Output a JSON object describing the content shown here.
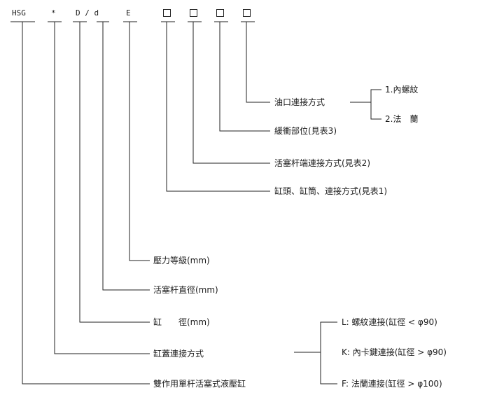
{
  "code": {
    "series": "HSG",
    "star": "*",
    "dd": "D / d",
    "e": "E",
    "boxes": [
      "□",
      "□",
      "□",
      "□"
    ]
  },
  "labels": {
    "oil_port": "油口連接方式",
    "oil_opt1": "1.內螺紋",
    "oil_opt2": "2.法　蘭",
    "cushion": "緩衝部位(見表3)",
    "rod_end": "活塞杆端連接方式(見表2)",
    "head": "缸頭、缸筒、連接方式(見表1)",
    "pressure": "壓力等級(mm)",
    "rod_dia": "活塞杆直徑(mm)",
    "bore": "缸　　徑(mm)",
    "cap_conn": "缸蓋連接方式",
    "cap_L": "L: 螺紋連接(缸徑 < φ90)",
    "cap_K": "K: 內卡鍵連接(缸徑 > φ90)",
    "cap_F": "F: 法蘭連接(缸徑 > φ100)",
    "cylinder": "雙作用單杆活塞式液壓缸"
  }
}
